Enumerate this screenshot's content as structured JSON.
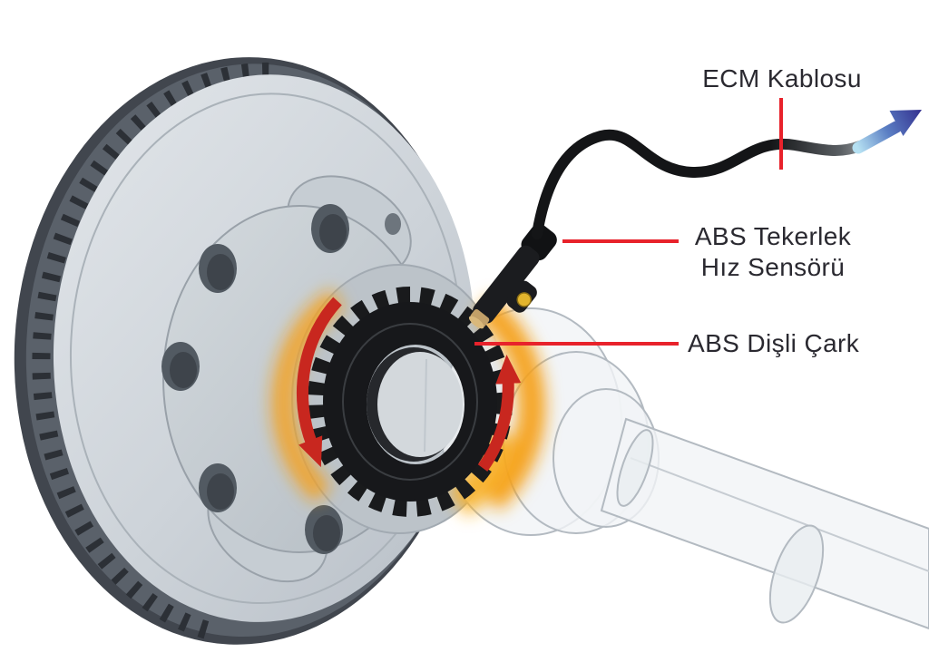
{
  "diagram": {
    "labels": {
      "ecm_cable": "ECM Kablosu",
      "abs_sensor_line1": "ABS Tekerlek",
      "abs_sensor_line2": "Hız Sensörü",
      "abs_tone_ring": "ABS Dişli Çark"
    },
    "colors": {
      "leader_line_red": "#e8222b",
      "rotation_arrow_red": "#c8271f",
      "glow_orange": "#f6a019",
      "cable_black": "#141517",
      "blue_arrow_start": "#b5e0f2",
      "blue_arrow_end": "#33308f",
      "label_text": "#2a2930"
    }
  }
}
